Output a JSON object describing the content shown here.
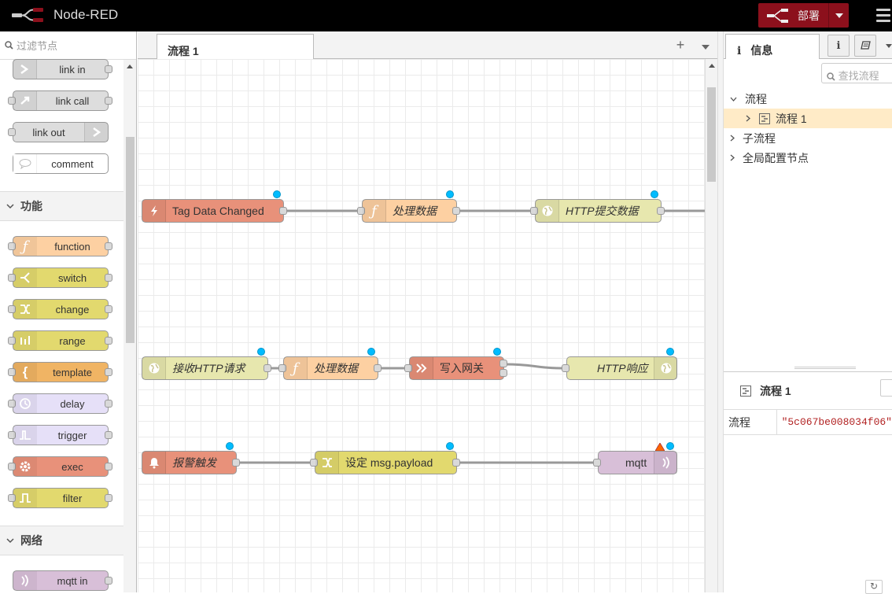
{
  "app": {
    "title": "Node-RED",
    "deploy_label": "部署"
  },
  "palette": {
    "search_placeholder": "过滤节点",
    "common_nodes": [
      {
        "label": "link in",
        "color": "#dddddd",
        "icon": "link-in-icon"
      },
      {
        "label": "link call",
        "color": "#dddddd",
        "icon": "link-call-icon"
      },
      {
        "label": "link out",
        "color": "#dddddd",
        "icon": "link-out-icon"
      },
      {
        "label": "comment",
        "color": "#ffffff",
        "icon": "comment-icon"
      }
    ],
    "function_category": "功能",
    "function_nodes": [
      {
        "label": "function",
        "color": "#fdd0a2",
        "icon": "function-icon"
      },
      {
        "label": "switch",
        "color": "#e2d96e",
        "icon": "switch-icon"
      },
      {
        "label": "change",
        "color": "#e2d96e",
        "icon": "change-icon"
      },
      {
        "label": "range",
        "color": "#e2d96e",
        "icon": "range-icon"
      },
      {
        "label": "template",
        "color": "#f0b464",
        "icon": "template-icon"
      },
      {
        "label": "delay",
        "color": "#e6e0f8",
        "icon": "delay-icon"
      },
      {
        "label": "trigger",
        "color": "#e6e0f8",
        "icon": "trigger-icon"
      },
      {
        "label": "exec",
        "color": "#e8917a",
        "icon": "exec-icon"
      },
      {
        "label": "filter",
        "color": "#e2d96e",
        "icon": "filter-icon"
      }
    ],
    "network_category": "网络",
    "network_nodes": [
      {
        "label": "mqtt in",
        "color": "#d8bfd8",
        "icon": "mqtt-icon"
      }
    ]
  },
  "workspace": {
    "tab_label": "流程 1"
  },
  "flow_nodes": {
    "tag_changed": "Tag Data Changed",
    "process1": "处理数据",
    "http_post": "HTTP提交数据",
    "http_in": "接收HTTP请求",
    "process2": "处理数据",
    "write_gw": "写入网关",
    "http_resp": "HTTP响应",
    "alarm": "报警触发",
    "set_payload": "设定 msg.payload",
    "mqtt": "mqtt"
  },
  "sidebar": {
    "tab_info": "信息",
    "search_placeholder": "查找流程",
    "tree": {
      "flows": "流程",
      "flow1": "流程 1",
      "subflows": "子流程",
      "config": "全局配置节点"
    },
    "detail_title": "流程 1",
    "detail_key": "流程",
    "detail_value": "\"5c067be008034f06\""
  },
  "colors": {
    "deploy": "#8c101c",
    "status_dot": "#00bcff",
    "selected_row": "#ffebc7"
  }
}
